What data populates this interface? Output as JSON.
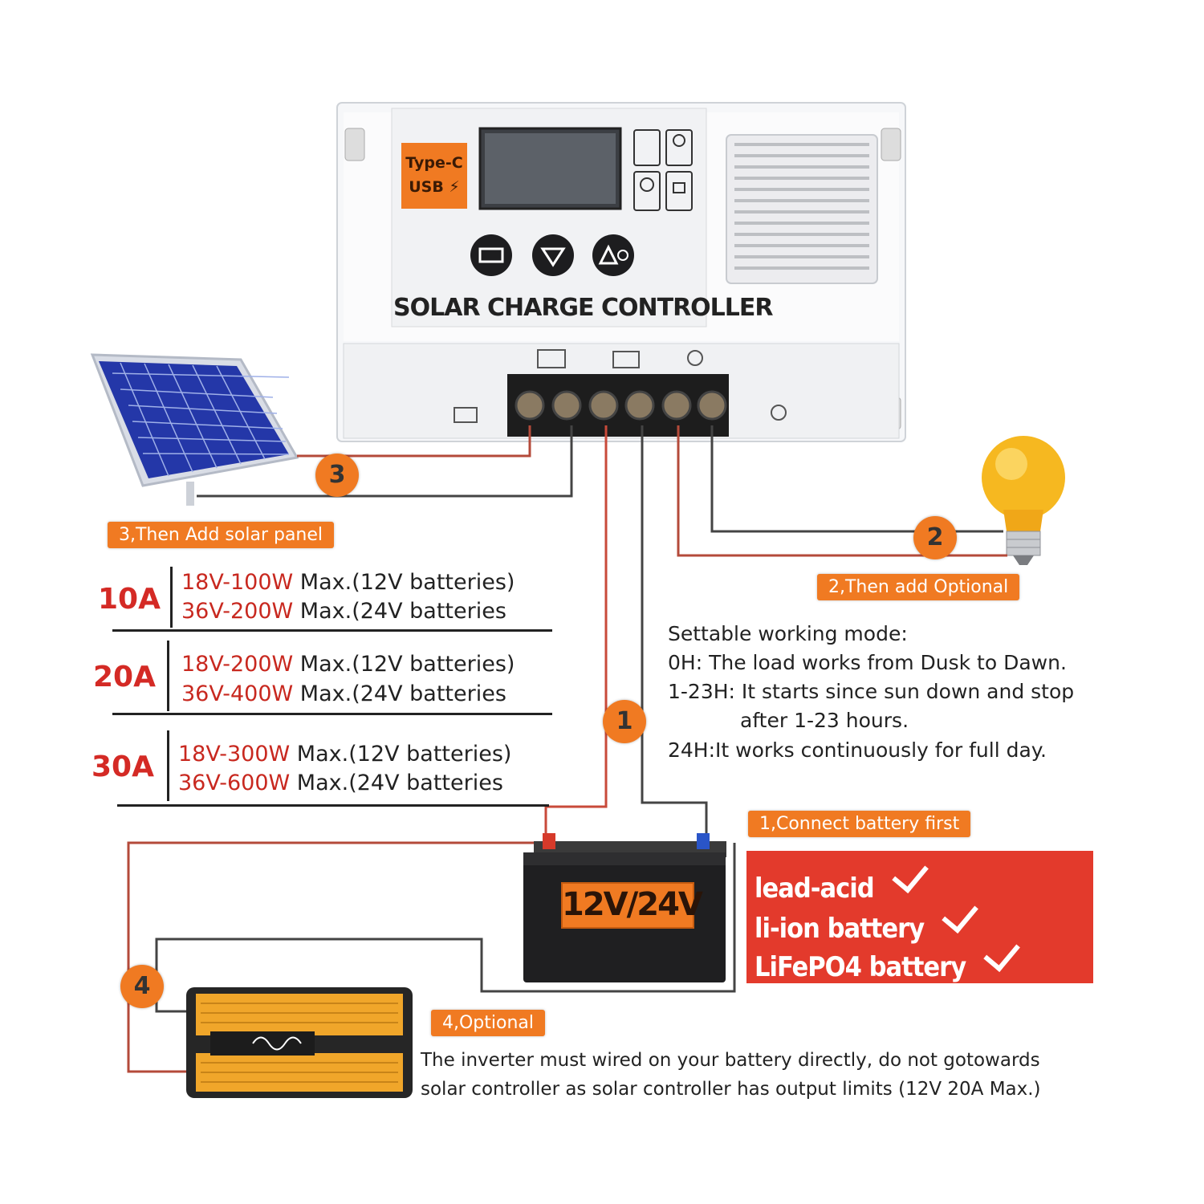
{
  "controller": {
    "title": "SOLAR CHARGE CONTROLLER",
    "usb_label_line1": "Type-C",
    "usb_label_line2": "USB ⚡"
  },
  "steps": {
    "step1": {
      "number": "1",
      "label": "1,Connect battery first"
    },
    "step2": {
      "number": "2",
      "label": "2,Then add Optional"
    },
    "step3": {
      "number": "3",
      "label": "3,Then Add solar panel"
    },
    "step4": {
      "number": "4",
      "label": "4,Optional"
    }
  },
  "ratings": [
    {
      "current": "10A",
      "line1_value": "18V-100W",
      "line1_rest": " Max.(12V batteries)",
      "line2_value": "36V-200W",
      "line2_rest": " Max.(24V batteries"
    },
    {
      "current": "20A",
      "line1_value": "18V-200W",
      "line1_rest": " Max.(12V batteries)",
      "line2_value": "36V-400W",
      "line2_rest": " Max.(24V batteries"
    },
    {
      "current": "30A",
      "line1_value": "18V-300W",
      "line1_rest": " Max.(12V batteries)",
      "line2_value": "36V-600W",
      "line2_rest": " Max.(24V batteries"
    }
  ],
  "working_mode": {
    "heading": "Settable working mode:",
    "line_0h": "0H: The load works from Dusk to Dawn.",
    "line_1_23h": "1-23H: It starts since sun down and stop",
    "line_1_23h_cont": "after 1-23 hours.",
    "line_24h": "24H:It works continuously for full day."
  },
  "battery": {
    "voltage_label": "12V/24V",
    "types": [
      "lead-acid",
      "li-ion battery",
      "LiFePO4 battery"
    ]
  },
  "inverter_note": {
    "line1": "The inverter must wired on your battery directly, do not gotowards",
    "line2": "solar controller as solar controller has output limits (12V 20A Max.)"
  },
  "colors": {
    "accent_orange": "#f07a22",
    "rating_red": "#d42a25",
    "battery_panel_red": "#e33a2c",
    "wire_dark": "#3a3a3a",
    "wire_red": "#c84a3a"
  }
}
